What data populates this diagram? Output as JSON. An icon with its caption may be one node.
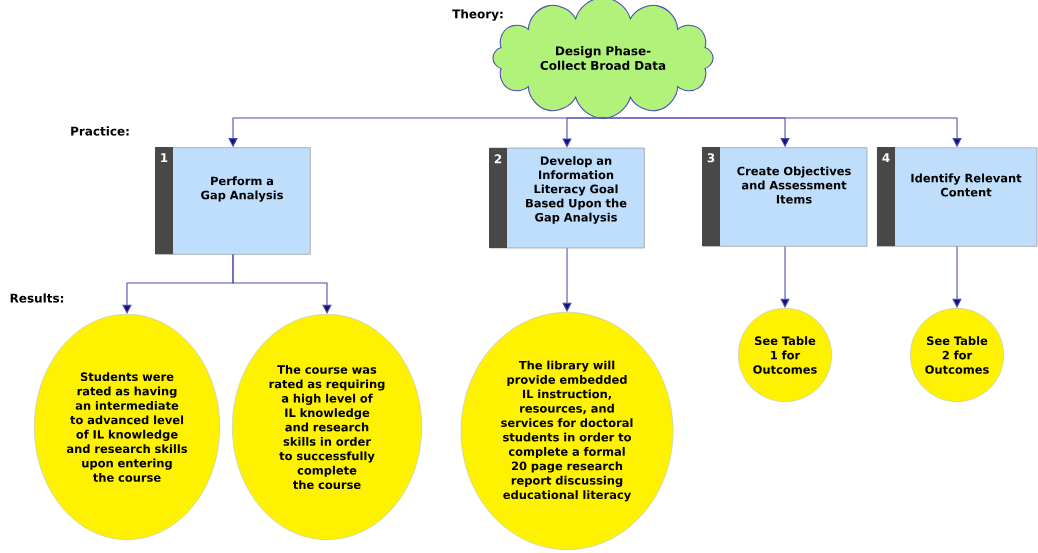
{
  "diagram": {
    "nodes": [
      {
        "text": [
          "Design Phase- Collect Broad Data"
        ]
      },
      {
        "text": [
          "1",
          "Perform a Gap Analysis"
        ]
      },
      {
        "text": [
          "2",
          "Develop an Information Literacy Goal Based Upon the Gap Analysis"
        ]
      },
      {
        "text": [
          "3",
          "Create Objectives and Assessment Items"
        ]
      },
      {
        "text": [
          "4",
          "Identify Relevant Content"
        ]
      },
      {
        "text": [
          "Students were rated as having an intermediate to advanced level of IL knowledge and research skills upon entering the course"
        ]
      },
      {
        "text": [
          "The course was rated as requiring a high level of IL knowledge and research skills in order to successfully complete the course"
        ]
      },
      {
        "text": [
          "The library will provide embedded IL instruction, resources, and services for doctoral students in order to complete a formal 20 page research report discussing educational literacy"
        ]
      },
      {
        "text": [
          "See Table 1 for Outcomes"
        ]
      },
      {
        "text": [
          "See Table 2 for Outcomes"
        ]
      }
    ],
    "edges": [
      {
        "from": 0,
        "to": 1,
        "arrow": "to"
      },
      {
        "from": 0,
        "to": 2,
        "arrow": "to"
      },
      {
        "from": 0,
        "to": 3,
        "arrow": "to"
      },
      {
        "from": 0,
        "to": 4,
        "arrow": "to"
      },
      {
        "from": 1,
        "to": 5,
        "arrow": "to"
      },
      {
        "from": 1,
        "to": 6,
        "arrow": "to"
      },
      {
        "from": 2,
        "to": 7,
        "arrow": "to"
      },
      {
        "from": 3,
        "to": 8,
        "arrow": "to"
      },
      {
        "from": 4,
        "to": 9,
        "arrow": "to"
      }
    ],
    "labels": [
      "Theory:",
      "Practice:",
      "Results:"
    ]
  }
}
